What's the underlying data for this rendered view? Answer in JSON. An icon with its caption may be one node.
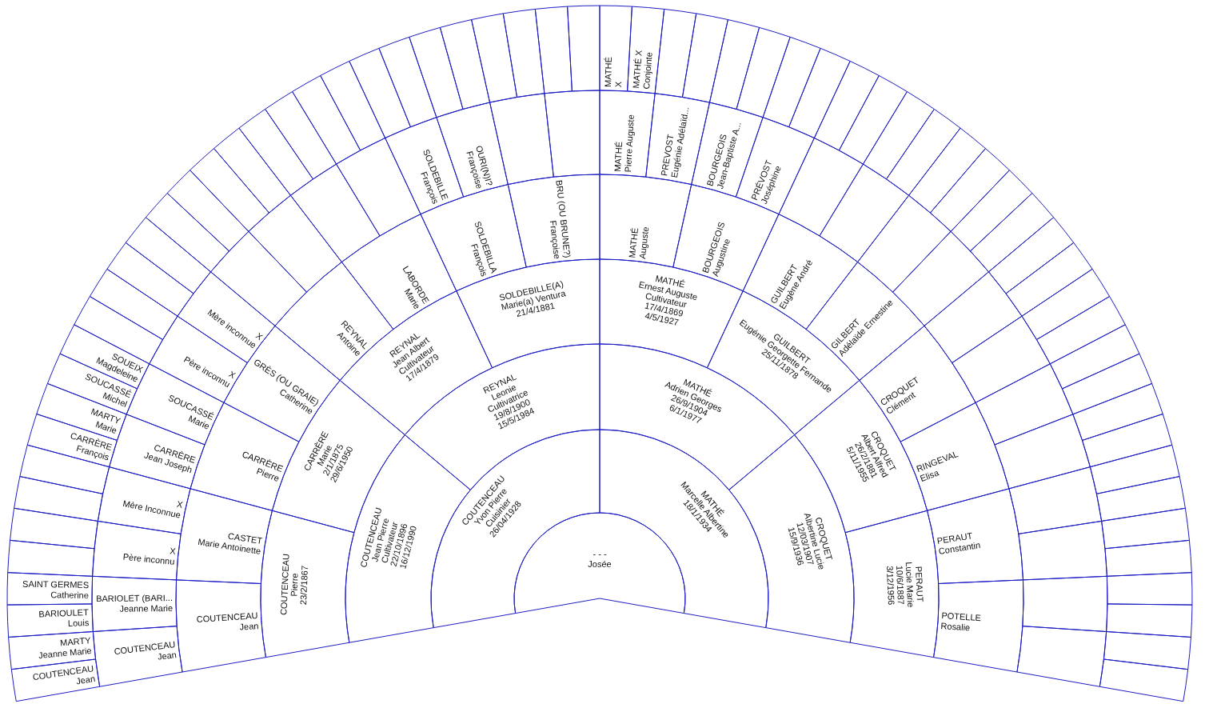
{
  "diagram": {
    "nodes": [
      {
        "text": [
          "- - -",
          "Josée"
        ]
      },
      {
        "text": [
          "COUTENCEAU",
          "Yvon Pierre",
          "Cuisinier",
          "26/04/1928"
        ]
      },
      {
        "text": [
          "MATHÉ",
          "Marcelle Albertine",
          "18/1/1934"
        ]
      },
      {
        "text": [
          "COUTENCEAU",
          "Jean Pierre",
          "Cultivateur",
          "22/10/1896",
          "16/12/1990"
        ]
      },
      {
        "text": [
          "REYNAL",
          "Leonie",
          "Cultivatrice",
          "19/8/1900",
          "15/5/1984"
        ]
      },
      {
        "text": [
          "MATHÉ",
          "Adrien Georges",
          "26/9/1904",
          "6/1/1977"
        ]
      },
      {
        "text": [
          "CROQUET",
          "Albertine Lucie",
          "12/03/1907",
          "15/9/1936"
        ]
      },
      {
        "text": [
          "COUTENCEAU",
          "Pierre",
          "23/2/1867"
        ]
      },
      {
        "text": [
          "CARRÈRE",
          "Marie",
          "2/1/1875",
          "29/6/1950"
        ]
      },
      {
        "text": [
          "REYNAL",
          "Jean Albert",
          "Cultivateur",
          "17/4/1879"
        ]
      },
      {
        "text": [
          "SOLDEBILLE(A)",
          "Marie(a) Ventura",
          "21/4/1881"
        ]
      },
      {
        "text": [
          "MATHÉ",
          "Ernest Auguste",
          "Cultivateur",
          "17/4/1869",
          "4/5/1927"
        ]
      },
      {
        "text": [
          "GUILBERT",
          "Eugénie Georgette Fernande",
          "25/11/1878"
        ]
      },
      {
        "text": [
          "CROQUET",
          "Albert Alfred",
          "26/2/1881",
          "5/11/1955"
        ]
      },
      {
        "text": [
          "PERAUT",
          "Lucie Marie",
          "10/6/1887",
          "3/12/1956"
        ]
      },
      {
        "text": [
          "COUTENCEAU",
          "Jean"
        ]
      },
      {
        "text": [
          "CASTET",
          "Marie Antoinette"
        ]
      },
      {
        "text": [
          "CARRÈRE",
          "Pierre"
        ]
      },
      {
        "text": [
          "GRÈS (OU GRAIE)",
          "Catherine"
        ]
      },
      {
        "text": [
          "REYNAL",
          "Antoine"
        ]
      },
      {
        "text": [
          "LABORDE",
          "Marie"
        ]
      },
      {
        "text": [
          "SOLDEBILLA",
          "François"
        ]
      },
      {
        "text": [
          "BRU (OU BRUNE?)",
          "Françoise"
        ]
      },
      {
        "text": [
          "MATHÉ",
          "Auguste"
        ]
      },
      {
        "text": [
          "BOURGEOIS",
          "Augustine"
        ]
      },
      {
        "text": [
          "GUILBERT",
          "Eugène André"
        ]
      },
      {
        "text": [
          "GILBERT",
          "Adélaïde Ernestine"
        ]
      },
      {
        "text": [
          "CROQUET",
          "Clément"
        ]
      },
      {
        "text": [
          "RINGEVAL",
          "Elisa"
        ]
      },
      {
        "text": [
          "PERAUT",
          "Constantin"
        ]
      },
      {
        "text": [
          "POTELLE",
          "Rosalie"
        ]
      },
      {
        "text": [
          "COUTENCEAU",
          "Jean"
        ]
      },
      {
        "text": [
          "BARIOLET (BARI...",
          "Jeanne Marie"
        ]
      },
      {
        "text": [
          "X",
          "Père inconnu"
        ]
      },
      {
        "text": [
          "X",
          "Mère Inconnue"
        ]
      },
      {
        "text": [
          "CARRÈRE",
          "Jean Joseph"
        ]
      },
      {
        "text": [
          "SOUCASSÉ",
          "Marie"
        ]
      },
      {
        "text": [
          "X",
          "Père inconnu"
        ]
      },
      {
        "text": [
          "X",
          "Mère inconnue"
        ]
      },
      {
        "text": [],
        "shape": "sector"
      },
      {
        "text": [],
        "shape": "sector"
      },
      {
        "text": [],
        "shape": "sector"
      },
      {
        "text": [],
        "shape": "sector"
      },
      {
        "text": [
          "SOLDEBILLE",
          "François"
        ]
      },
      {
        "text": [
          "OURI(N)I?",
          "Françoise"
        ]
      },
      {
        "text": [],
        "shape": "sector"
      },
      {
        "text": [],
        "shape": "sector"
      },
      {
        "text": [
          "MATHÉ",
          "Pierre Auguste"
        ]
      },
      {
        "text": [
          "PREVOST",
          "Eugénie Adélaïd..."
        ]
      },
      {
        "text": [
          "BOURGEOIS",
          "Jean-Baptiste A..."
        ]
      },
      {
        "text": [
          "PRÉVOST",
          "Joséphine"
        ]
      },
      {
        "text": [],
        "shape": "sector"
      },
      {
        "text": [],
        "shape": "sector"
      },
      {
        "text": [],
        "shape": "sector"
      },
      {
        "text": [],
        "shape": "sector"
      },
      {
        "text": [],
        "shape": "sector"
      },
      {
        "text": [],
        "shape": "sector"
      },
      {
        "text": [],
        "shape": "sector"
      },
      {
        "text": [],
        "shape": "sector"
      },
      {
        "text": [],
        "shape": "sector"
      },
      {
        "text": [],
        "shape": "sector"
      },
      {
        "text": [],
        "shape": "sector"
      },
      {
        "text": [],
        "shape": "sector"
      },
      {
        "text": [
          "COUTENCEAU",
          "Jean"
        ]
      },
      {
        "text": [
          "MARTY",
          "Jeanne Marie"
        ]
      },
      {
        "text": [
          "BARIOULET",
          "Louis"
        ]
      },
      {
        "text": [
          "SAINT GERMES",
          "Catherine"
        ]
      },
      {
        "text": [],
        "shape": "sector"
      },
      {
        "text": [],
        "shape": "sector"
      },
      {
        "text": [],
        "shape": "sector"
      },
      {
        "text": [],
        "shape": "sector"
      },
      {
        "text": [
          "CARRÈRE",
          "François"
        ]
      },
      {
        "text": [
          "MARTY",
          "Marie"
        ]
      },
      {
        "text": [
          "SOUCASSÉ",
          "Michel"
        ]
      },
      {
        "text": [
          "SOUEIX",
          "Magdeleine"
        ]
      },
      {
        "text": [],
        "shape": "sector"
      },
      {
        "text": [],
        "shape": "sector"
      },
      {
        "text": [],
        "shape": "sector"
      },
      {
        "text": [],
        "shape": "sector"
      },
      {
        "text": [],
        "shape": "sector"
      },
      {
        "text": [],
        "shape": "sector"
      },
      {
        "text": [],
        "shape": "sector"
      },
      {
        "text": [],
        "shape": "sector"
      },
      {
        "text": [],
        "shape": "sector"
      },
      {
        "text": [],
        "shape": "sector"
      },
      {
        "text": [],
        "shape": "sector"
      },
      {
        "text": [],
        "shape": "sector"
      },
      {
        "text": [],
        "shape": "sector"
      },
      {
        "text": [],
        "shape": "sector"
      },
      {
        "text": [],
        "shape": "sector"
      },
      {
        "text": [],
        "shape": "sector"
      },
      {
        "text": [],
        "shape": "sector"
      },
      {
        "text": [],
        "shape": "sector"
      },
      {
        "text": [],
        "shape": "sector"
      },
      {
        "text": [],
        "shape": "sector"
      },
      {
        "text": [
          "MATHÉ",
          "X"
        ]
      },
      {
        "text": [
          "MATHÉ X",
          "Conjointe"
        ]
      },
      {
        "text": [],
        "shape": "sector"
      },
      {
        "text": [],
        "shape": "sector"
      },
      {
        "text": [],
        "shape": "sector"
      },
      {
        "text": [],
        "shape": "sector"
      },
      {
        "text": [],
        "shape": "sector"
      },
      {
        "text": [],
        "shape": "sector"
      },
      {
        "text": [],
        "shape": "sector"
      },
      {
        "text": [],
        "shape": "sector"
      },
      {
        "text": [],
        "shape": "sector"
      },
      {
        "text": [],
        "shape": "sector"
      },
      {
        "text": [],
        "shape": "sector"
      },
      {
        "text": [],
        "shape": "sector"
      },
      {
        "text": [],
        "shape": "sector"
      },
      {
        "text": [],
        "shape": "sector"
      },
      {
        "text": [],
        "shape": "sector"
      },
      {
        "text": [],
        "shape": "sector"
      },
      {
        "text": [],
        "shape": "sector"
      },
      {
        "text": [],
        "shape": "sector"
      },
      {
        "text": [],
        "shape": "sector"
      },
      {
        "text": [],
        "shape": "sector"
      },
      {
        "text": [],
        "shape": "sector"
      },
      {
        "text": [],
        "shape": "sector"
      },
      {
        "text": [],
        "shape": "sector"
      },
      {
        "text": [],
        "shape": "sector"
      },
      {
        "text": [],
        "shape": "sector"
      },
      {
        "text": [],
        "shape": "sector"
      },
      {
        "text": [],
        "shape": "sector"
      },
      {
        "text": [],
        "shape": "sector"
      },
      {
        "text": [],
        "shape": "sector"
      },
      {
        "text": [],
        "shape": "sector"
      }
    ]
  }
}
